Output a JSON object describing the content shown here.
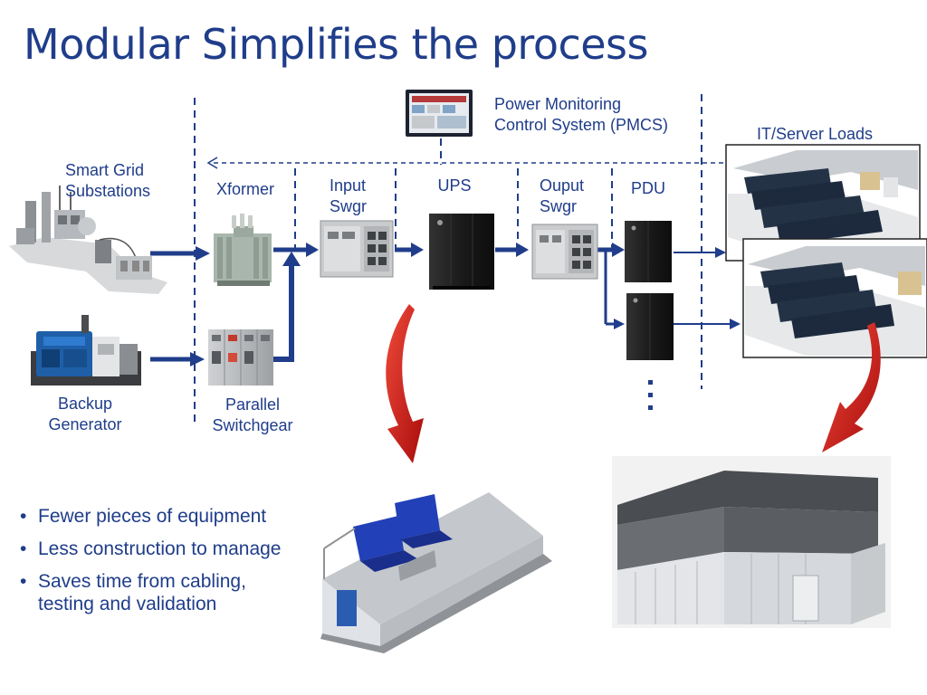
{
  "title": "Modular Simplifies the process",
  "labels": {
    "smart_grid": [
      "Smart Grid",
      "Substations"
    ],
    "backup_generator": [
      "Backup",
      "Generator"
    ],
    "xformer": "Xformer",
    "parallel_switchgear": [
      "Parallel",
      "Switchgear"
    ],
    "input_swgr": [
      "Input",
      "Swgr"
    ],
    "ups": "UPS",
    "output_swgr": [
      "Ouput",
      "Swgr"
    ],
    "pdu": "PDU",
    "pmcs": [
      "Power Monitoring",
      "Control System (PMCS)"
    ],
    "it_loads": "IT/Server Loads"
  },
  "bullets": [
    "Fewer pieces of equipment",
    "Less construction to manage",
    "Saves time from cabling, testing and validation"
  ],
  "colors": {
    "text": "#1f3d8a",
    "flow_arrow": "#1f3d8a",
    "dashed_line": "#1f3d8a",
    "transition_arrow": "#cc1111",
    "cabinet_dark": "#1c1c1c",
    "switchgear": "#b7b9bb",
    "generator_engine": "#1e5fa8",
    "module_walls": "#e8eaee"
  },
  "icons": {
    "pmcs": "monitor-dashboard-icon",
    "smart_grid": "substation-illustration",
    "backup_generator": "diesel-generator-illustration",
    "xformer": "transformer-illustration",
    "parallel_switchgear": "switchgear-panel-illustration",
    "input_swgr": "switchgear-cabinet-illustration",
    "ups": "ups-cabinet-illustration",
    "output_swgr": "switchgear-cabinet-illustration",
    "pdu": "pdu-cabinet-illustration",
    "it_loads": "server-room-illustration",
    "ellipsis": "vertical-ellipsis-icon",
    "power_module": "modular-power-container-illustration",
    "it_module": "modular-datacenter-illustration"
  }
}
